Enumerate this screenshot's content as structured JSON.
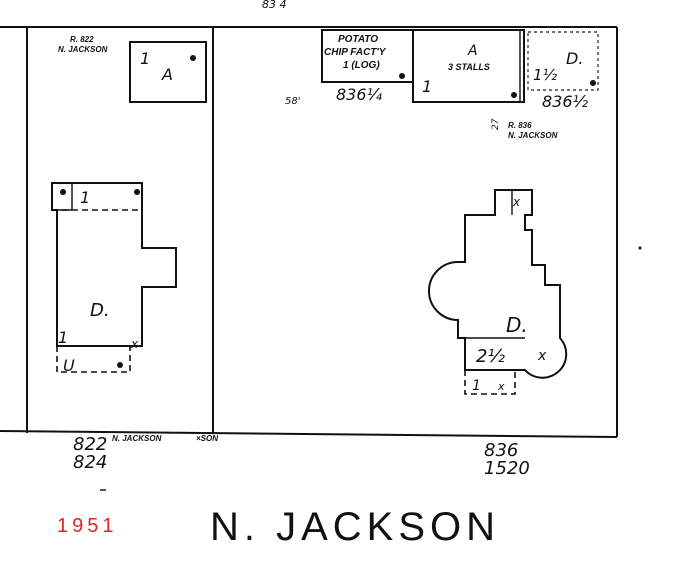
{
  "map": {
    "year": "1951",
    "street_name": "N. JACKSON",
    "top_fragment": "83 4",
    "lot_822": {
      "rear_address_line1": "R. 822",
      "rear_address_line2": "N. JACKSON",
      "rear_bldg_stories": "1",
      "rear_bldg_type": "A",
      "house_type": "D.",
      "house_stories_top": "1",
      "house_stories_bottom": "1",
      "porch_mark": "U",
      "x_mark": "x",
      "numbers_label": "822",
      "street_label": "N. JACKSON",
      "street_label_suffix": "×SON",
      "second_number": "824"
    },
    "lot_836": {
      "potato_line1": "POTATO",
      "potato_line2": "CHIP FACT'Y",
      "potato_line3": "1 (LOG)",
      "address_rear": "836¼",
      "depth_label": "58'",
      "garage_stories": "1",
      "garage_type": "A",
      "garage_stalls": "3 STALLS",
      "dwelling_rear_stories": "1½",
      "dwelling_rear_type": "D.",
      "dwelling_rear_number": "836½",
      "rear_address_line1": "R. 836",
      "rear_address_line2": "N. JACKSON",
      "side_depth": "27",
      "house_type": "D.",
      "house_stories": "2½",
      "porch_stories": "1",
      "x_mark": "x",
      "number_label": "836",
      "second_number": "1520"
    }
  }
}
